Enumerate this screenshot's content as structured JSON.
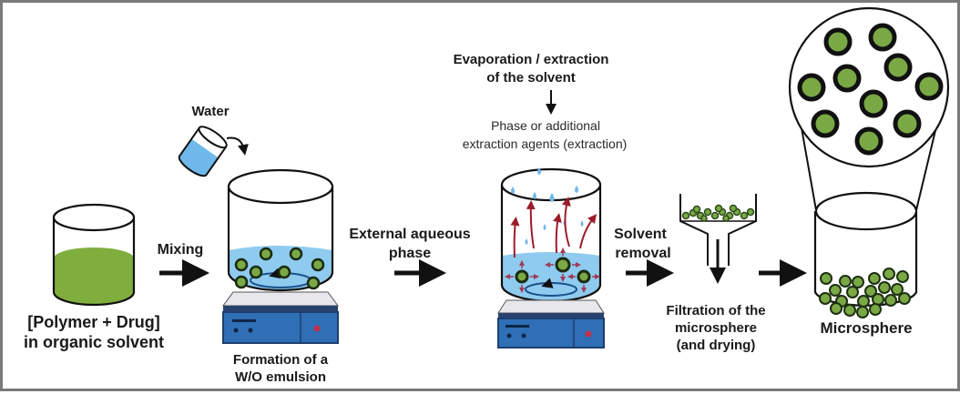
{
  "title": "Microsphere preparation by solvent evaporation / extraction",
  "colors": {
    "polymer_green": "#7fae3e",
    "sphere_green": "#7aa845",
    "water_blue": "#8ecbee",
    "stirrer_blue": "#2f6fb5",
    "stirrer_dark": "#1e3f6e",
    "vapor_red": "#9b1c2a",
    "border": "#7a7a7a"
  },
  "steps": {
    "start": {
      "label_line1": "[Polymer + Drug]",
      "label_line2": "in organic solvent"
    },
    "mixing": {
      "label": "Mixing"
    },
    "water": {
      "label": "Water"
    },
    "emulsion": {
      "label_line1": "Formation of a",
      "label_line2": "W/O emulsion"
    },
    "external": {
      "label_line1": "External aqueous",
      "label_line2": "phase"
    },
    "evaporation": {
      "title_line1": "Evaporation / extraction",
      "title_line2": "of the solvent",
      "sub_line1": "Phase or additional",
      "sub_line2": "extraction agents (extraction)"
    },
    "solvent_removal": {
      "label_line1": "Solvent",
      "label_line2": "removal"
    },
    "filtration": {
      "label_line1": "Filtration of the",
      "label_line2": "microsphere",
      "label_line3": "(and drying)"
    },
    "product": {
      "label": "Microsphere"
    }
  },
  "icons": {
    "beaker": "beaker-icon",
    "pouring_cup": "pouring-cup-icon",
    "magnetic_stirrer": "magnetic-stirrer-icon",
    "funnel": "funnel-icon",
    "magnifier": "magnified-view-icon",
    "arrow": "arrow-right-icon"
  }
}
